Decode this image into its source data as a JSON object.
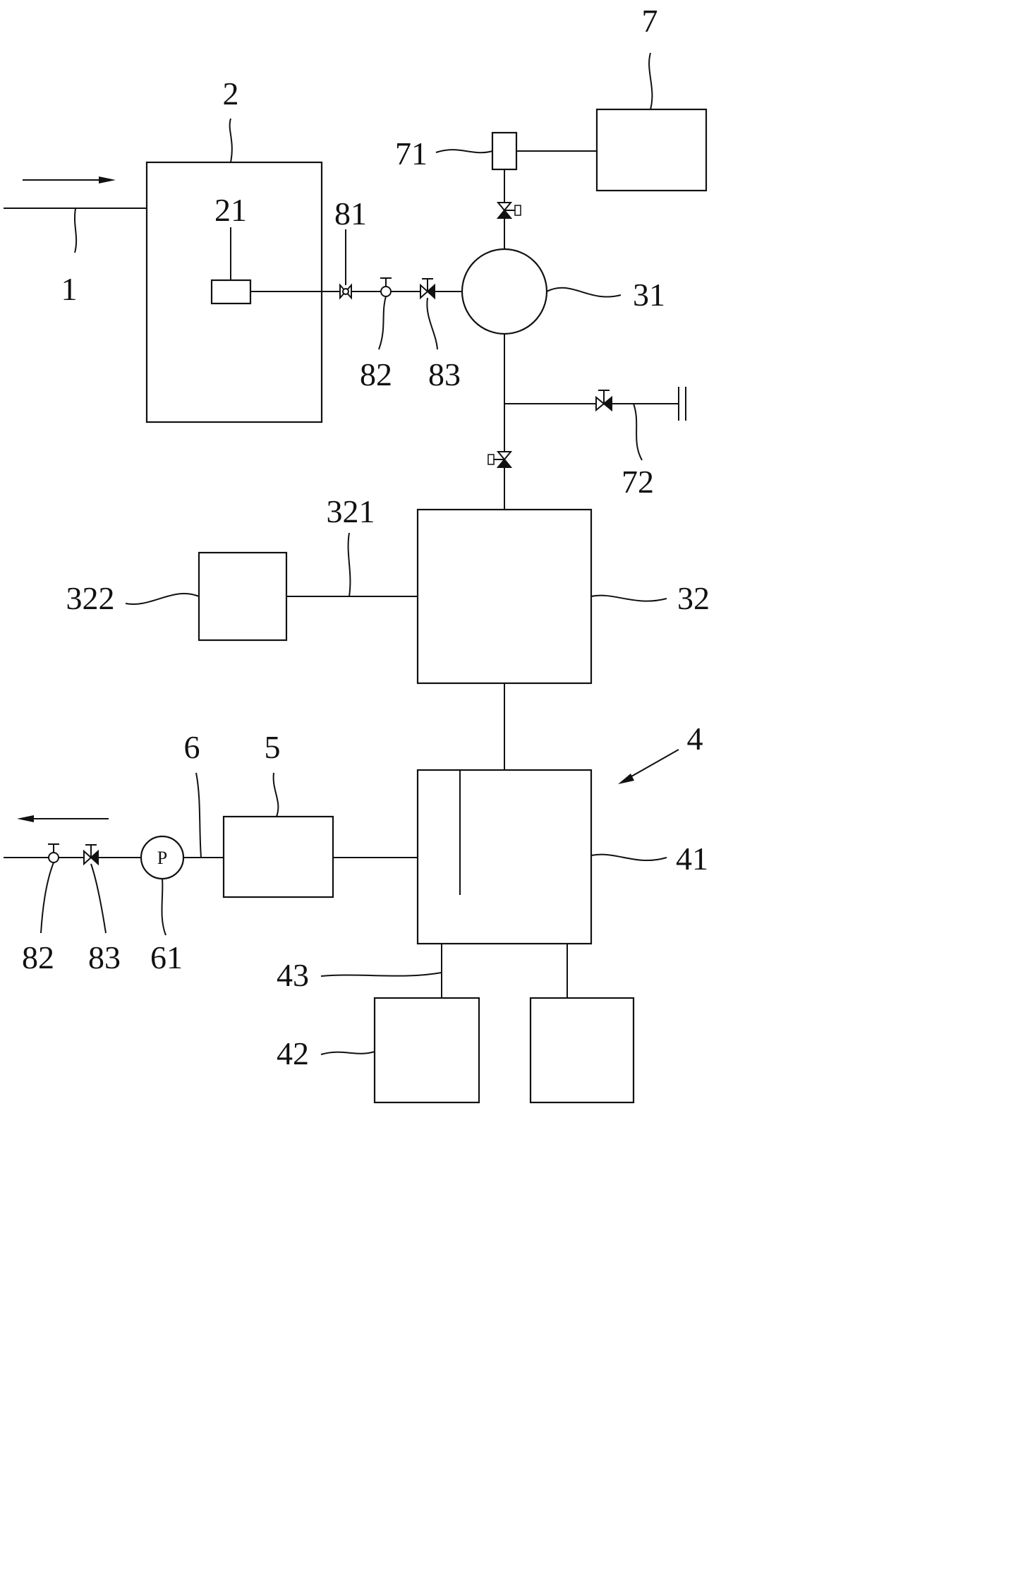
{
  "labels": {
    "l1": "1",
    "l2": "2",
    "l21": "21",
    "l81": "81",
    "l82_top": "82",
    "l83_top": "83",
    "l31": "31",
    "l7": "7",
    "l71": "71",
    "l72": "72",
    "l321": "321",
    "l322": "322",
    "l32": "32",
    "l4": "4",
    "l41": "41",
    "l5": "5",
    "l6": "6",
    "l61": "61",
    "l82_bottom": "82",
    "l83_bottom": "83",
    "l43": "43",
    "l42": "42"
  },
  "pump_symbol": "P",
  "flow": {
    "inlet_direction": "right",
    "outlet_direction": "left"
  }
}
